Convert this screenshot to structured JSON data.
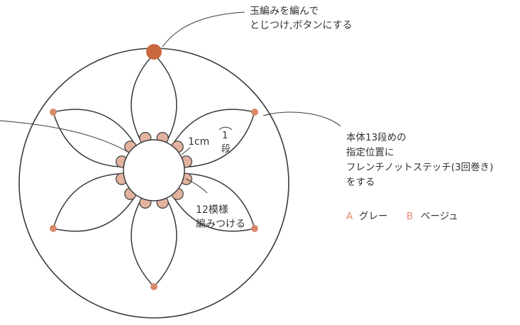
{
  "colors": {
    "line": "#3a3a3a",
    "accent": "#d98a6a",
    "accent_dark": "#c9683f",
    "bead": "#e3b3a0",
    "legend_letter": "#e08a6b",
    "text": "#333333"
  },
  "annotations": {
    "button_line1": "玉編みを編んで",
    "button_line2": "とじつけ,ボタンにする",
    "knot_line1": "本体13段めの",
    "knot_line2": "指定位置に",
    "knot_line3": "フレンチノットステッチ(3回巻き)",
    "knot_line4": "をする",
    "spacing_value": "1cm",
    "rows_number": "1",
    "rows_unit": "段",
    "motif_line1": "12模様",
    "motif_line2": "編みつける"
  },
  "legend": {
    "a_letter": "A",
    "a_label": "グレー",
    "b_letter": "B",
    "b_label": "ベージュ"
  },
  "icons": {
    "flower": "six-petal-flower-icon",
    "button": "crochet-button-icon",
    "knot": "french-knot-icon",
    "bead": "edge-bead-icon"
  }
}
